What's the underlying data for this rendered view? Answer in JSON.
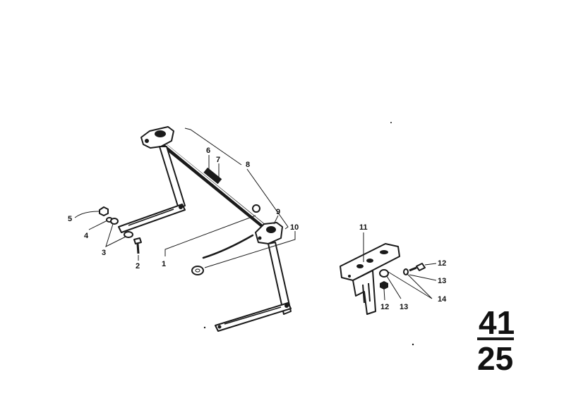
{
  "callouts": {
    "c1": "1",
    "c2": "2",
    "c3": "3",
    "c4": "4",
    "c5": "5",
    "c6": "6",
    "c7": "7",
    "c8": "8",
    "c9": "9",
    "c10": "10",
    "c11": "11",
    "c12a": "12",
    "c12b": "12",
    "c13a": "13",
    "c13b": "13",
    "c14": "14"
  },
  "figure": {
    "group": "41",
    "subgroup": "25"
  }
}
